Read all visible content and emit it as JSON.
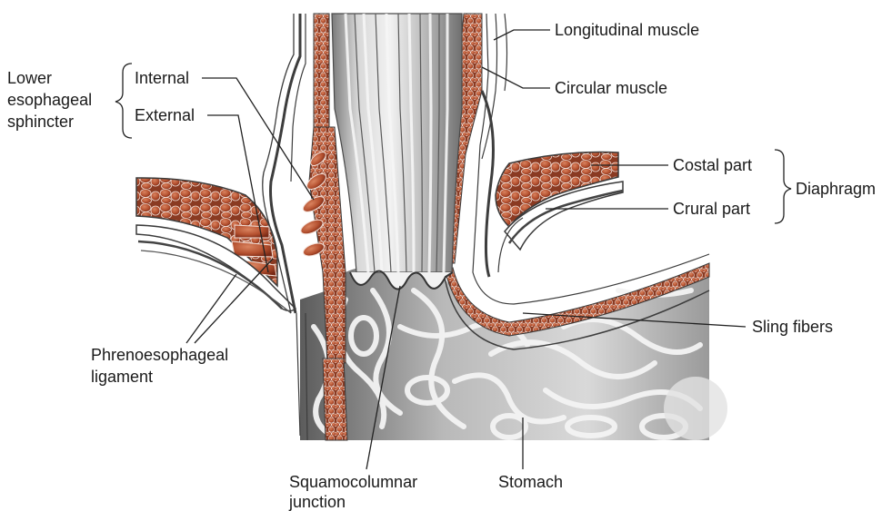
{
  "diagram": {
    "labels": {
      "lower_sphincter_line1": "Lower",
      "lower_sphincter_line2": "esophageal",
      "lower_sphincter_line3": "sphincter",
      "internal": "Internal",
      "external": "External",
      "longitudinal": "Longitudinal muscle",
      "circular": "Circular muscle",
      "costal": "Costal part",
      "crural": "Crural part",
      "diaphragm": "Diaphragm",
      "sling": "Sling fibers",
      "phreno_line1": "Phrenoesophageal",
      "phreno_line2": "ligament",
      "squamo_line1": "Squamocolumnar",
      "squamo_line2": "junction",
      "stomach": "Stomach"
    },
    "colors": {
      "muscle": "#b4502f",
      "muscle_dark": "#6e2414",
      "mucosa_light": "#e6e6e6",
      "mucosa_dark": "#6a6a6a",
      "stomach_bg": "#c8c8c8",
      "leader": "#222222"
    }
  }
}
